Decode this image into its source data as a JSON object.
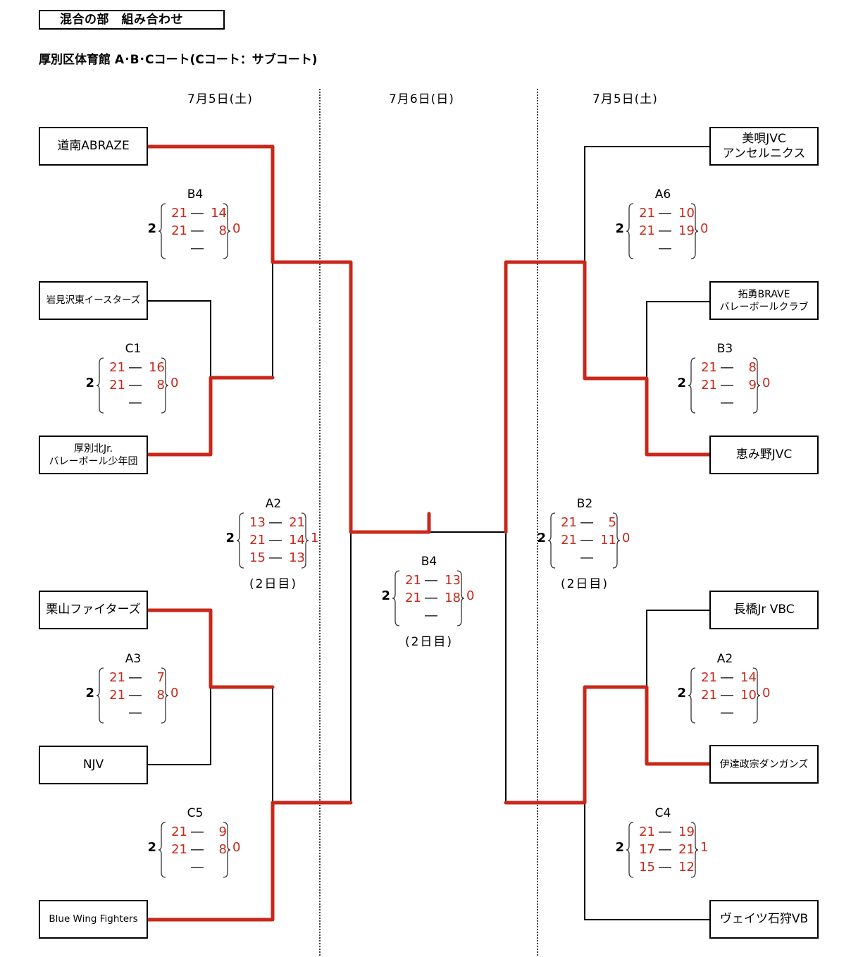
{
  "header": {
    "title": "混合の部　組み合わせ",
    "venue": "厚別区体育館 A･B･Cコート(Cコート：サブコート)"
  },
  "dates": {
    "left": "7月5日(土)",
    "center": "7月6日(日)",
    "right": "7月5日(土)"
  },
  "colors": {
    "winner_line": "#c8281a",
    "line": "#000000",
    "score": "#c8281a"
  },
  "teams": {
    "left": [
      "道南ABRAZE",
      "岩見沢東イースターズ",
      "厚別北Jr.\nバレーボール少年団",
      "栗山ファイターズ",
      "NJV",
      "Blue Wing Fighters"
    ],
    "right": [
      "美唄JVC\nアンセルニクス",
      "拓勇BRAVE\nバレーボールクラブ",
      "恵み野JVC",
      "長橋Jr VBC",
      "伊達政宗ダンガンズ",
      "ヴェイツ石狩VB"
    ]
  },
  "matches": [
    {
      "id": "L-B4",
      "code": "B4",
      "left_sets": "2",
      "right_sets": "0",
      "games": [
        [
          "21",
          "14"
        ],
        [
          "21",
          "8"
        ],
        [
          "",
          ""
        ]
      ],
      "note": ""
    },
    {
      "id": "L-C1",
      "code": "C1",
      "left_sets": "2",
      "right_sets": "0",
      "games": [
        [
          "21",
          "16"
        ],
        [
          "21",
          "8"
        ],
        [
          "",
          ""
        ]
      ],
      "note": ""
    },
    {
      "id": "L-A2",
      "code": "A2",
      "left_sets": "2",
      "right_sets": "1",
      "games": [
        [
          "13",
          "21"
        ],
        [
          "21",
          "14"
        ],
        [
          "15",
          "13"
        ]
      ],
      "note": "(2日目)"
    },
    {
      "id": "L-A3",
      "code": "A3",
      "left_sets": "2",
      "right_sets": "0",
      "games": [
        [
          "21",
          "7"
        ],
        [
          "21",
          "8"
        ],
        [
          "",
          ""
        ]
      ],
      "note": ""
    },
    {
      "id": "L-C5",
      "code": "C5",
      "left_sets": "2",
      "right_sets": "0",
      "games": [
        [
          "21",
          "9"
        ],
        [
          "21",
          "8"
        ],
        [
          "",
          ""
        ]
      ],
      "note": ""
    },
    {
      "id": "F-B4",
      "code": "B4",
      "left_sets": "2",
      "right_sets": "0",
      "games": [
        [
          "21",
          "13"
        ],
        [
          "21",
          "18"
        ],
        [
          "",
          ""
        ]
      ],
      "note": "(2日目)"
    },
    {
      "id": "R-A6",
      "code": "A6",
      "left_sets": "2",
      "right_sets": "0",
      "games": [
        [
          "21",
          "10"
        ],
        [
          "21",
          "19"
        ],
        [
          "",
          ""
        ]
      ],
      "note": ""
    },
    {
      "id": "R-B3",
      "code": "B3",
      "left_sets": "2",
      "right_sets": "0",
      "games": [
        [
          "21",
          "8"
        ],
        [
          "21",
          "9"
        ],
        [
          "",
          ""
        ]
      ],
      "note": ""
    },
    {
      "id": "R-B2",
      "code": "B2",
      "left_sets": "2",
      "right_sets": "0",
      "games": [
        [
          "21",
          "5"
        ],
        [
          "21",
          "11"
        ],
        [
          "",
          ""
        ]
      ],
      "note": "(2日目)"
    },
    {
      "id": "R-A2",
      "code": "A2",
      "left_sets": "2",
      "right_sets": "0",
      "games": [
        [
          "21",
          "14"
        ],
        [
          "21",
          "10"
        ],
        [
          "",
          ""
        ]
      ],
      "note": ""
    },
    {
      "id": "R-C4",
      "code": "C4",
      "left_sets": "2",
      "right_sets": "1",
      "games": [
        [
          "21",
          "19"
        ],
        [
          "17",
          "21"
        ],
        [
          "15",
          "12"
        ]
      ],
      "note": ""
    }
  ]
}
